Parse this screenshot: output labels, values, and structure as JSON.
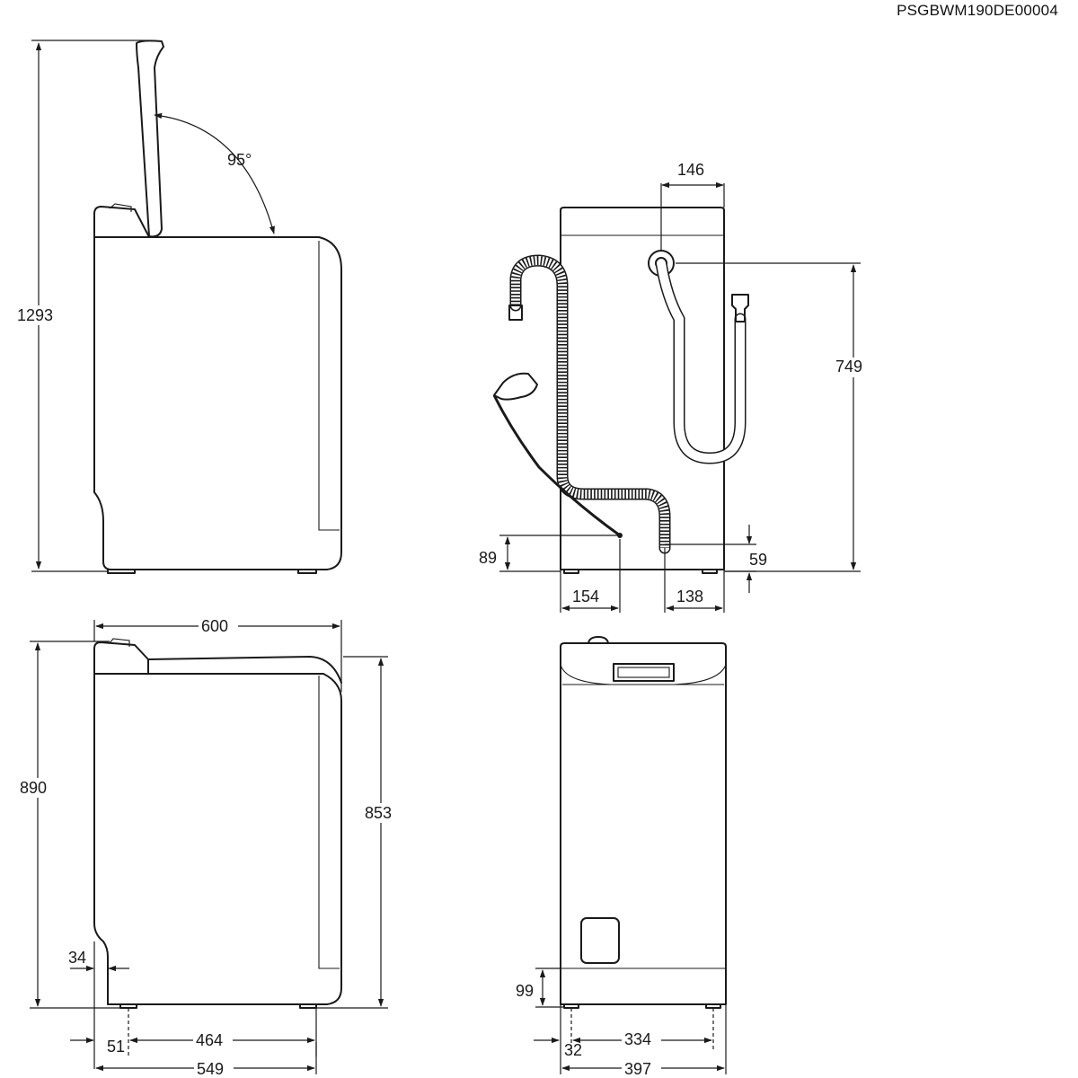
{
  "document_code": "PSGBWM190DE00004",
  "side_view_lid_open": {
    "overall_height": "1293",
    "lid_angle": "95°"
  },
  "rear_view": {
    "inlet_offset": "146",
    "inlet_height": "749",
    "cable_height": "89",
    "drain_height": "59",
    "cable_offset": "154",
    "drain_offset": "138"
  },
  "side_view_lid_closed": {
    "width": "600",
    "height_total": "890",
    "height_body": "853",
    "plinth_recess": "34",
    "foot_front_offset": "51",
    "foot_spacing": "464",
    "depth": "549"
  },
  "front_view": {
    "foot_height": "99",
    "foot_spacing": "334",
    "foot_side_offset": "32",
    "width": "397"
  }
}
